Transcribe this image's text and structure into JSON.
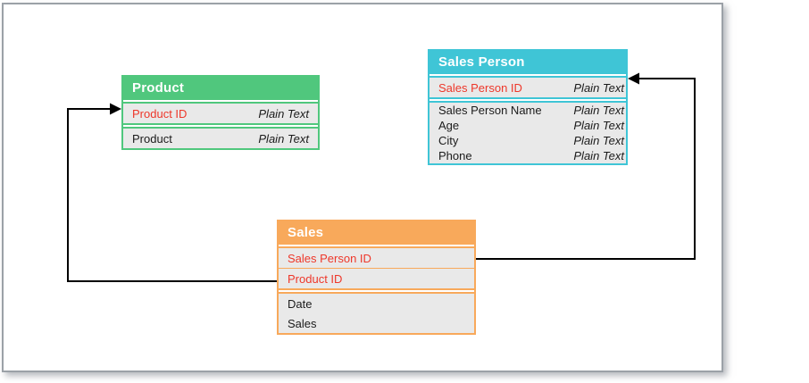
{
  "canvas": {
    "background": "#ffffff",
    "border_color": "#9ba1a7"
  },
  "colors": {
    "connector": "#000000",
    "key_text": "#ee372a",
    "row_bg": "#e9e9e9"
  },
  "tables": {
    "product": {
      "title": "Product",
      "header_color": "#50c77d",
      "keys": [
        {
          "name": "Product ID",
          "type": "Plain Text"
        }
      ],
      "attributes": [
        {
          "name": "Product",
          "type": "Plain Text"
        }
      ]
    },
    "sales_person": {
      "title": "Sales Person",
      "header_color": "#3fc5d6",
      "keys": [
        {
          "name": "Sales Person ID",
          "type": "Plain Text"
        }
      ],
      "attributes": [
        {
          "name": "Sales Person Name",
          "type": "Plain Text"
        },
        {
          "name": "Age",
          "type": "Plain Text"
        },
        {
          "name": "City",
          "type": "Plain Text"
        },
        {
          "name": "Phone",
          "type": "Plain Text"
        }
      ]
    },
    "sales": {
      "title": "Sales",
      "header_color": "#f8a95b",
      "keys": [
        {
          "name": "Sales Person ID",
          "type": ""
        },
        {
          "name": "Product ID",
          "type": ""
        }
      ],
      "attributes": [
        {
          "name": "Date",
          "type": ""
        },
        {
          "name": "Sales",
          "type": ""
        }
      ]
    }
  },
  "connectors": [
    {
      "from": "Sales.Product ID",
      "to": "Product.Product ID"
    },
    {
      "from": "Sales.Sales Person ID",
      "to": "Sales Person.Sales Person ID"
    }
  ]
}
